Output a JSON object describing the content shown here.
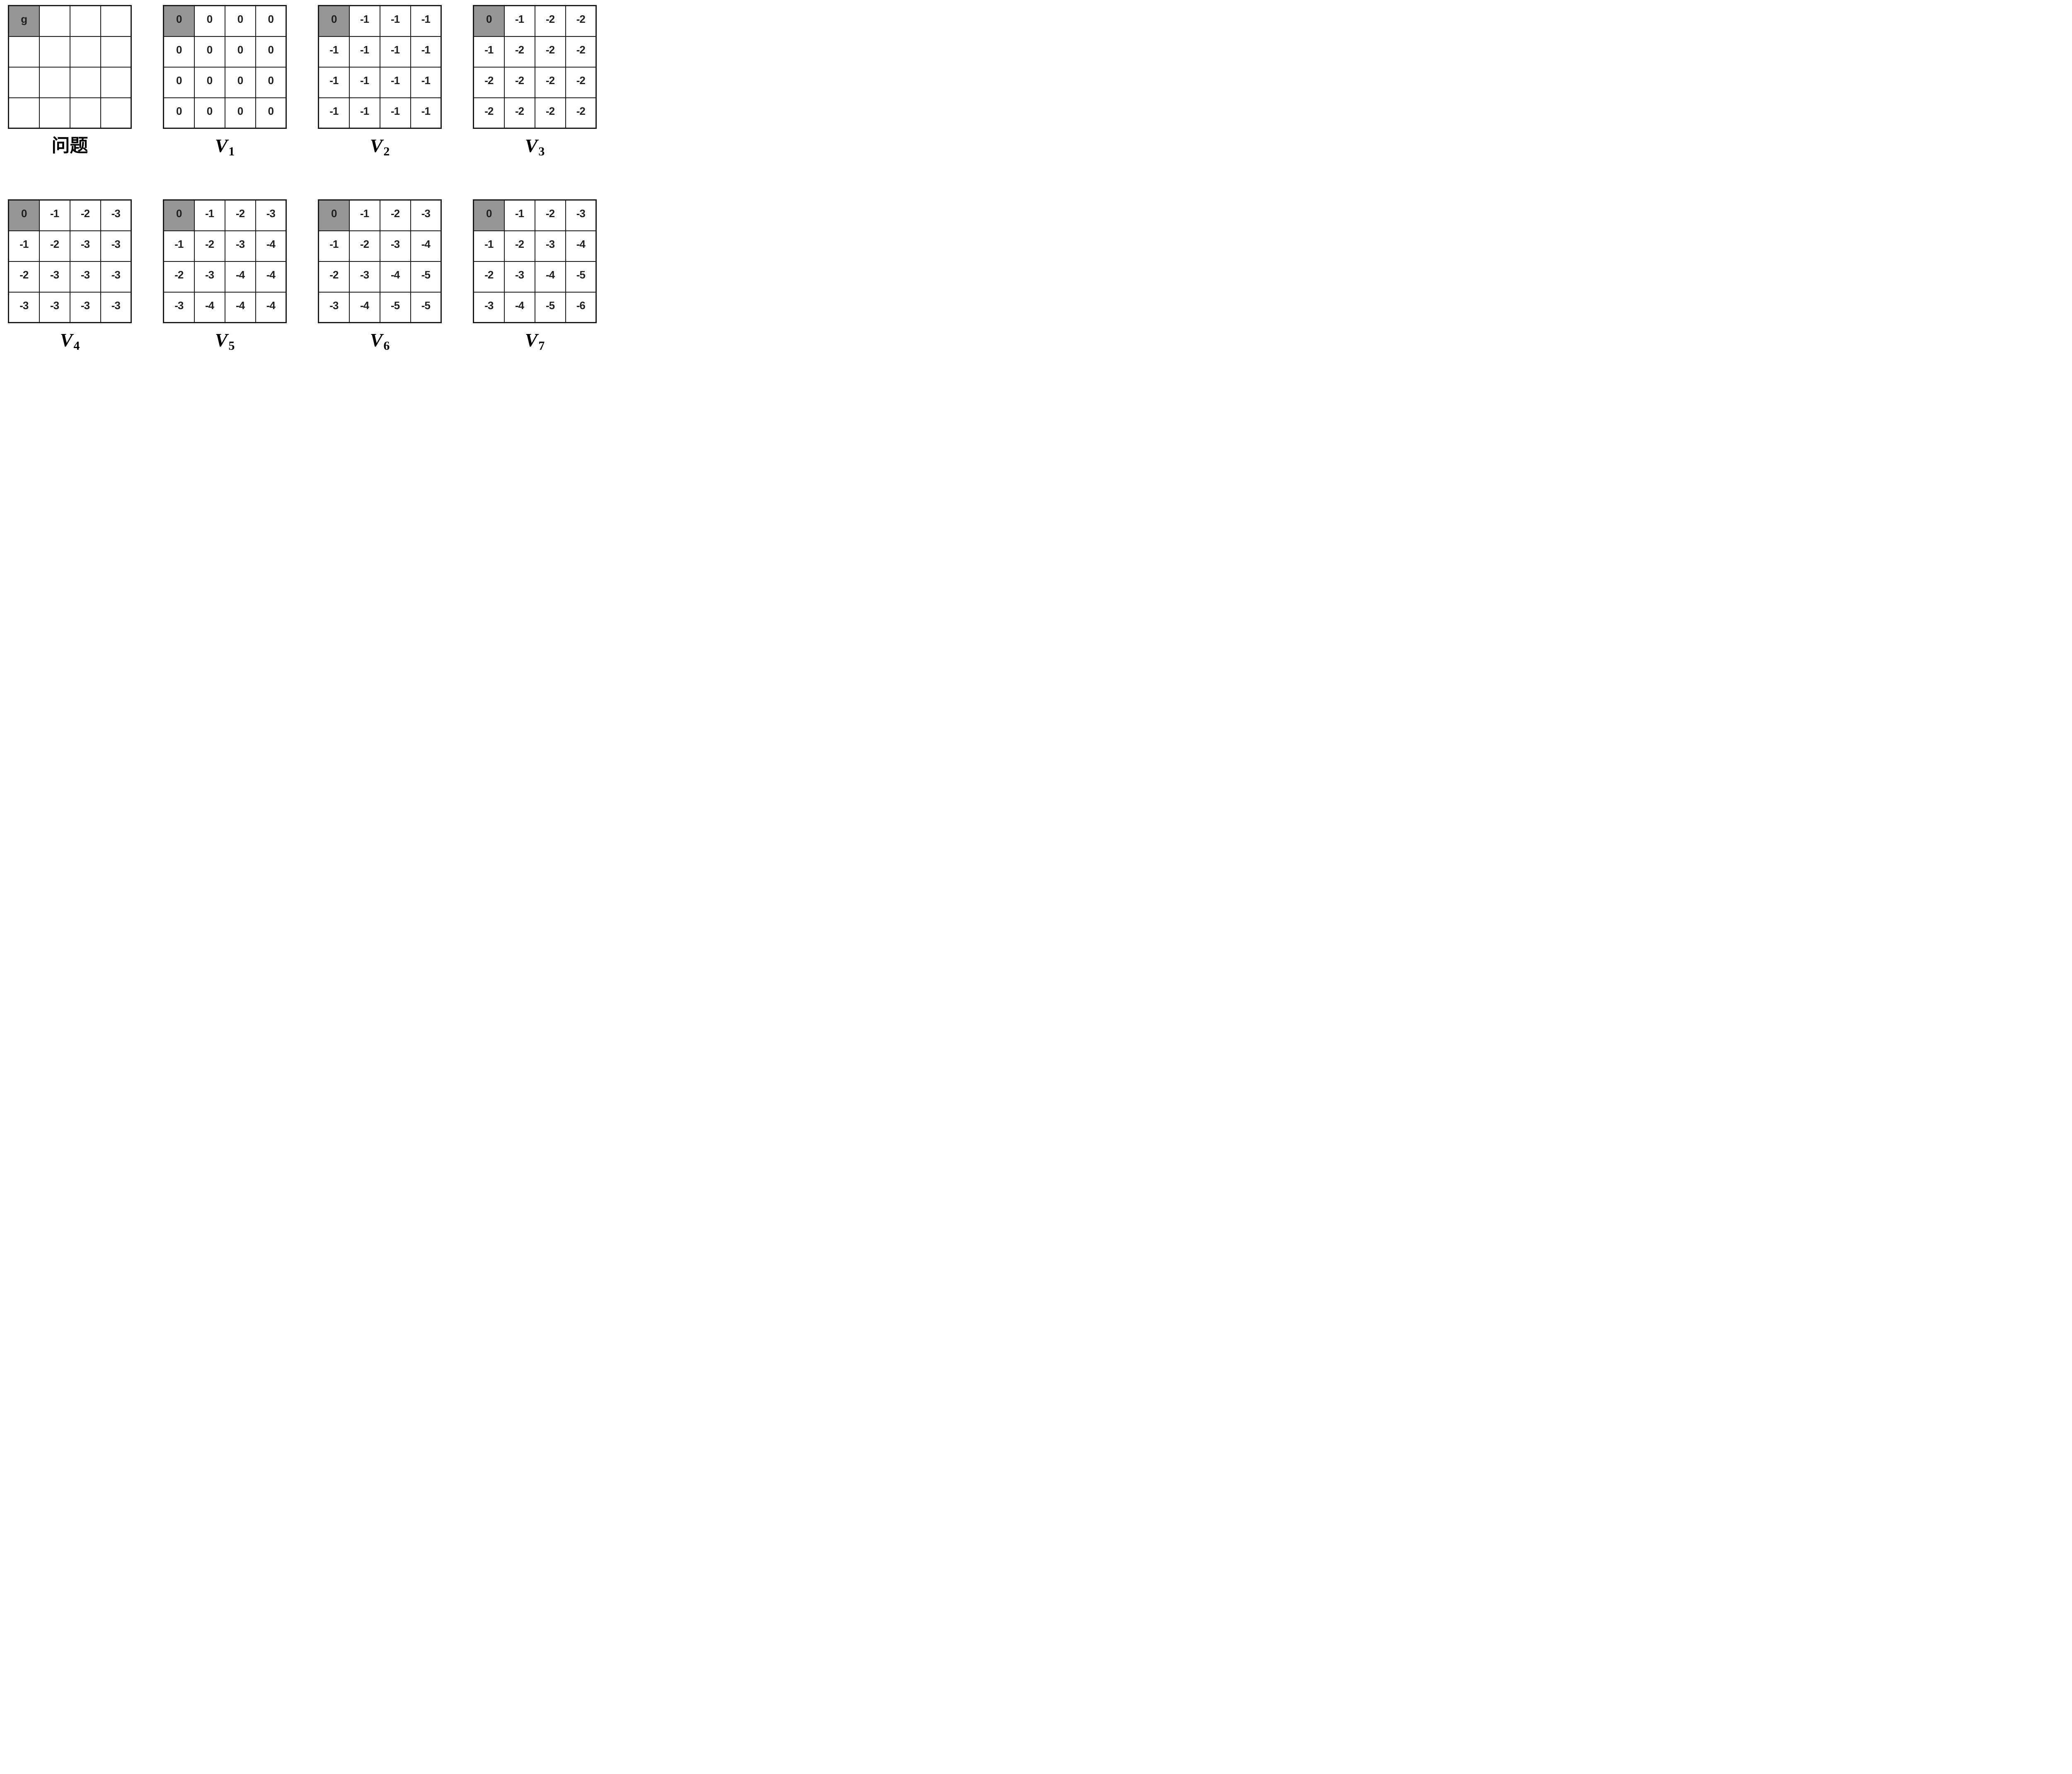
{
  "colors": {
    "background": "#ffffff",
    "goal_cell_bg": "#969696",
    "grid_line": "#1a1a1a",
    "number_text": "#1f1f1f"
  },
  "grids": [
    {
      "name": "problem",
      "caption": {
        "text": "问题"
      },
      "goal": {
        "row": 0,
        "col": 0,
        "label": "g"
      },
      "cells": [
        [
          "g",
          "",
          "",
          ""
        ],
        [
          "",
          "",
          "",
          ""
        ],
        [
          "",
          "",
          "",
          ""
        ],
        [
          "",
          "",
          "",
          ""
        ]
      ]
    },
    {
      "name": "V1",
      "caption": {
        "base": "V",
        "sub": "1"
      },
      "goal": {
        "row": 0,
        "col": 0
      },
      "cells": [
        [
          "0",
          "0",
          "0",
          "0"
        ],
        [
          "0",
          "0",
          "0",
          "0"
        ],
        [
          "0",
          "0",
          "0",
          "0"
        ],
        [
          "0",
          "0",
          "0",
          "0"
        ]
      ]
    },
    {
      "name": "V2",
      "caption": {
        "base": "V",
        "sub": "2"
      },
      "goal": {
        "row": 0,
        "col": 0
      },
      "cells": [
        [
          "0",
          "-1",
          "-1",
          "-1"
        ],
        [
          "-1",
          "-1",
          "-1",
          "-1"
        ],
        [
          "-1",
          "-1",
          "-1",
          "-1"
        ],
        [
          "-1",
          "-1",
          "-1",
          "-1"
        ]
      ]
    },
    {
      "name": "V3",
      "caption": {
        "base": "V",
        "sub": "3"
      },
      "goal": {
        "row": 0,
        "col": 0
      },
      "cells": [
        [
          "0",
          "-1",
          "-2",
          "-2"
        ],
        [
          "-1",
          "-2",
          "-2",
          "-2"
        ],
        [
          "-2",
          "-2",
          "-2",
          "-2"
        ],
        [
          "-2",
          "-2",
          "-2",
          "-2"
        ]
      ]
    },
    {
      "name": "V4",
      "caption": {
        "base": "V",
        "sub": "4"
      },
      "goal": {
        "row": 0,
        "col": 0
      },
      "cells": [
        [
          "0",
          "-1",
          "-2",
          "-3"
        ],
        [
          "-1",
          "-2",
          "-3",
          "-3"
        ],
        [
          "-2",
          "-3",
          "-3",
          "-3"
        ],
        [
          "-3",
          "-3",
          "-3",
          "-3"
        ]
      ]
    },
    {
      "name": "V5",
      "caption": {
        "base": "V",
        "sub": "5"
      },
      "goal": {
        "row": 0,
        "col": 0
      },
      "cells": [
        [
          "0",
          "-1",
          "-2",
          "-3"
        ],
        [
          "-1",
          "-2",
          "-3",
          "-4"
        ],
        [
          "-2",
          "-3",
          "-4",
          "-4"
        ],
        [
          "-3",
          "-4",
          "-4",
          "-4"
        ]
      ]
    },
    {
      "name": "V6",
      "caption": {
        "base": "V",
        "sub": "6"
      },
      "goal": {
        "row": 0,
        "col": 0
      },
      "cells": [
        [
          "0",
          "-1",
          "-2",
          "-3"
        ],
        [
          "-1",
          "-2",
          "-3",
          "-4"
        ],
        [
          "-2",
          "-3",
          "-4",
          "-5"
        ],
        [
          "-3",
          "-4",
          "-5",
          "-5"
        ]
      ]
    },
    {
      "name": "V7",
      "caption": {
        "base": "V",
        "sub": "7"
      },
      "goal": {
        "row": 0,
        "col": 0
      },
      "cells": [
        [
          "0",
          "-1",
          "-2",
          "-3"
        ],
        [
          "-1",
          "-2",
          "-3",
          "-4"
        ],
        [
          "-2",
          "-3",
          "-4",
          "-5"
        ],
        [
          "-3",
          "-4",
          "-5",
          "-6"
        ]
      ]
    }
  ]
}
